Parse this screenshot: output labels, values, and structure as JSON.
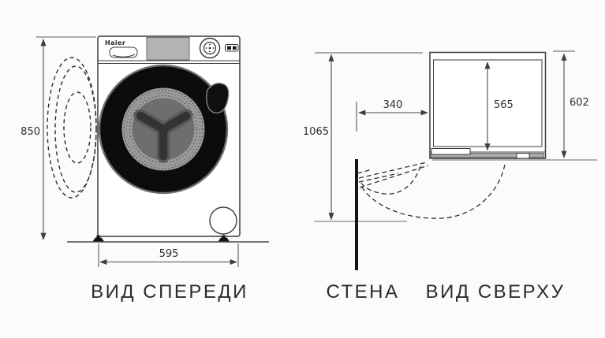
{
  "front_view": {
    "title": "ВИД СПЕРЕДИ",
    "brand_logo": "Haier",
    "height_mm": "850",
    "width_mm": "595"
  },
  "top_view": {
    "title": "ВИД СВЕРХУ",
    "wall_label": "СТЕНА",
    "front_clearance_mm": "1065",
    "door_swing_mm": "340",
    "body_depth_mm": "565",
    "total_depth_mm": "602"
  },
  "colors": {
    "background": "#fbfbfb",
    "ink": "#3a3a3a",
    "dimension_line": "#4a4a4a",
    "panel_gray": "#b3b3b3",
    "drum_ring_gray": "#9a9a9a",
    "inner_drum_gray": "#6e6e6e",
    "paddle_dark": "#333333",
    "door_glass_black": "#0c0c0c",
    "wall_black": "#141414"
  }
}
